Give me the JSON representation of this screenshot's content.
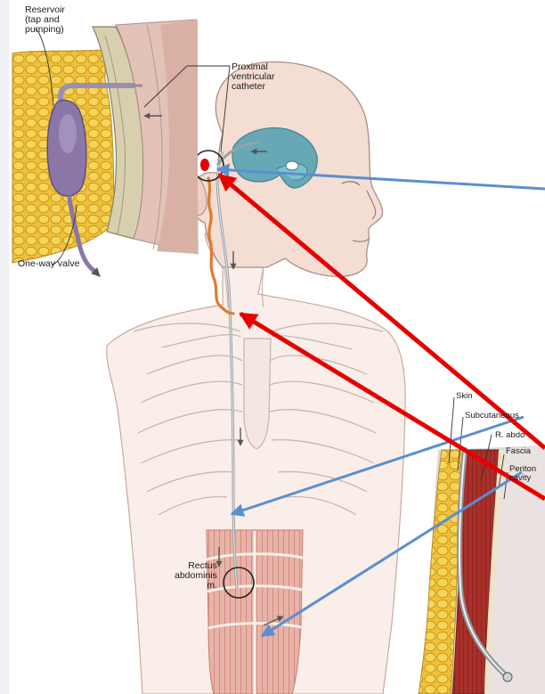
{
  "labels": {
    "reservoir": "Reservoir\n(tap and\npumping)",
    "proximal": "Proximal\nventricular\ncatheter",
    "valve": "One-way valve",
    "rectus": "Rectus\nabdominis\nm.",
    "skin": "Skin",
    "subcut": "Subcutaneous",
    "abdom": "R. abdo",
    "fascia": "Fascia",
    "periton": "Periton\ncavity"
  },
  "colors": {
    "skin": "#f4ddd3",
    "ventricle": "#5fa6b5",
    "reservoir": "#8a77a8",
    "fat": "#e9b92a",
    "muscle": "#b5392f",
    "catheter_marker": "#e07a30",
    "red_arrow": "#e60000",
    "blue_arrow": "#5b8fd0"
  }
}
